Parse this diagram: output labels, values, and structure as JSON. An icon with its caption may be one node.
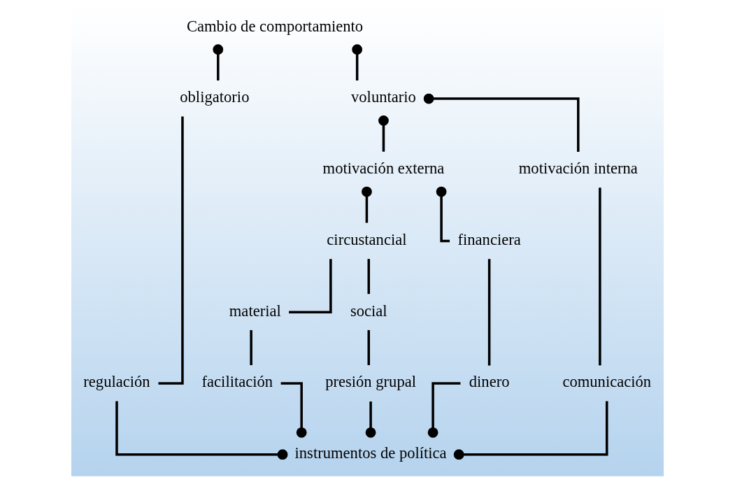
{
  "diagram": {
    "nodes": [
      {
        "text": [
          "Cambio de comportamiento"
        ]
      },
      {
        "text": [
          "obligatorio"
        ]
      },
      {
        "text": [
          "voluntario"
        ]
      },
      {
        "text": [
          "motivación externa"
        ]
      },
      {
        "text": [
          "motivación interna"
        ]
      },
      {
        "text": [
          "circustancial"
        ]
      },
      {
        "text": [
          "financiera"
        ]
      },
      {
        "text": [
          "material"
        ]
      },
      {
        "text": [
          "social"
        ]
      },
      {
        "text": [
          "regulación"
        ]
      },
      {
        "text": [
          "facilitación"
        ]
      },
      {
        "text": [
          "presión grupal"
        ]
      },
      {
        "text": [
          "dinero"
        ]
      },
      {
        "text": [
          "comunicación"
        ]
      },
      {
        "text": [
          "instrumentos de política"
        ]
      }
    ],
    "edges": [
      {
        "from": 0,
        "to": 1,
        "arrow": "other"
      },
      {
        "from": 0,
        "to": 2,
        "arrow": "other"
      },
      {
        "from": 2,
        "to": 3,
        "arrow": "other"
      },
      {
        "from": 2,
        "to": 4,
        "arrow": "other"
      },
      {
        "from": 3,
        "to": 5,
        "arrow": "other"
      },
      {
        "from": 3,
        "to": 6,
        "arrow": "other"
      },
      {
        "from": 5,
        "to": 7,
        "arrow": "none"
      },
      {
        "from": 5,
        "to": 8,
        "arrow": "none"
      },
      {
        "from": 1,
        "to": 9,
        "arrow": "none"
      },
      {
        "from": 7,
        "to": 10,
        "arrow": "none"
      },
      {
        "from": 8,
        "to": 11,
        "arrow": "none"
      },
      {
        "from": 6,
        "to": 12,
        "arrow": "none"
      },
      {
        "from": 4,
        "to": 13,
        "arrow": "none"
      },
      {
        "from": 14,
        "to": 9,
        "arrow": "other"
      },
      {
        "from": 14,
        "to": 10,
        "arrow": "other"
      },
      {
        "from": 14,
        "to": 11,
        "arrow": "other"
      },
      {
        "from": 14,
        "to": 12,
        "arrow": "other"
      },
      {
        "from": 14,
        "to": 13,
        "arrow": "other"
      }
    ]
  }
}
